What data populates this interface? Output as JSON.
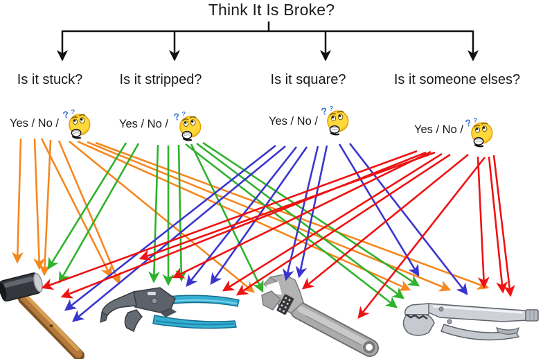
{
  "title": "Think It Is Broke?",
  "questions": [
    {
      "id": "stuck",
      "label": "Is it stuck?",
      "options_label": "Yes / No /",
      "arrow_color": "#f6871f"
    },
    {
      "id": "stripped",
      "label": "Is it stripped?",
      "options_label": "Yes / No /",
      "arrow_color": "#2fb22c"
    },
    {
      "id": "square",
      "label": "Is it square?",
      "options_label": "Yes / No /",
      "arrow_color": "#3a35cd"
    },
    {
      "id": "someone-elses",
      "label": "Is it someone elses?",
      "options_label": "Yes / No /",
      "arrow_color": "#ee1212"
    }
  ],
  "emoji": {
    "name": "confused-thinking-face",
    "question_marks": "??",
    "face_color": "#ffd83a",
    "qmark_color": "#3b78d8"
  },
  "tools": [
    {
      "id": "sledgehammer",
      "name": "sledgehammer"
    },
    {
      "id": "tongue-groove-pliers",
      "name": "tongue-and-groove pliers"
    },
    {
      "id": "adjustable-wrench",
      "name": "adjustable wrench"
    },
    {
      "id": "locking-pliers",
      "name": "locking pliers"
    }
  ],
  "tree_color": "#111111",
  "arrows": {
    "stroke_width": 2.6,
    "sets": [
      {
        "id": "stuck",
        "color": "#f6871f",
        "lines": [
          [
            30,
            200,
            25,
            378
          ],
          [
            50,
            200,
            57,
            387
          ],
          [
            73,
            202,
            64,
            396
          ],
          [
            60,
            200,
            160,
            399
          ],
          [
            85,
            203,
            172,
            408
          ],
          [
            100,
            204,
            366,
            421
          ],
          [
            112,
            204,
            591,
            418
          ],
          [
            126,
            205,
            649,
            418
          ],
          [
            138,
            206,
            704,
            415
          ]
        ]
      },
      {
        "id": "stripped",
        "color": "#2fb22c",
        "lines": [
          [
            182,
            206,
            70,
            387
          ],
          [
            200,
            207,
            86,
            407
          ],
          [
            228,
            209,
            222,
            406
          ],
          [
            243,
            210,
            243,
            410
          ],
          [
            258,
            209,
            262,
            404
          ],
          [
            276,
            208,
            379,
            420
          ],
          [
            268,
            208,
            572,
            443
          ],
          [
            284,
            207,
            582,
            430
          ],
          [
            293,
            206,
            604,
            412
          ]
        ]
      },
      {
        "id": "square",
        "color": "#3a35cd",
        "lines": [
          [
            398,
            210,
            95,
            447
          ],
          [
            412,
            211,
            106,
            463
          ],
          [
            428,
            212,
            270,
            412
          ],
          [
            443,
            212,
            305,
            409
          ],
          [
            459,
            211,
            413,
            403
          ],
          [
            472,
            210,
            432,
            399
          ],
          [
            490,
            208,
            604,
            397
          ],
          [
            505,
            207,
            674,
            424
          ]
        ]
      },
      {
        "id": "someone-elses",
        "color": "#ee1212",
        "lines": [
          [
            602,
            218,
            62,
            415
          ],
          [
            615,
            220,
            90,
            428
          ],
          [
            628,
            220,
            203,
            373
          ],
          [
            622,
            219,
            251,
            400
          ],
          [
            638,
            222,
            323,
            419
          ],
          [
            650,
            223,
            343,
            425
          ],
          [
            676,
            223,
            438,
            416
          ],
          [
            700,
            227,
            518,
            458
          ],
          [
            690,
            226,
            699,
            414
          ],
          [
            706,
            226,
            726,
            421
          ],
          [
            713,
            224,
            737,
            426
          ]
        ]
      }
    ]
  }
}
